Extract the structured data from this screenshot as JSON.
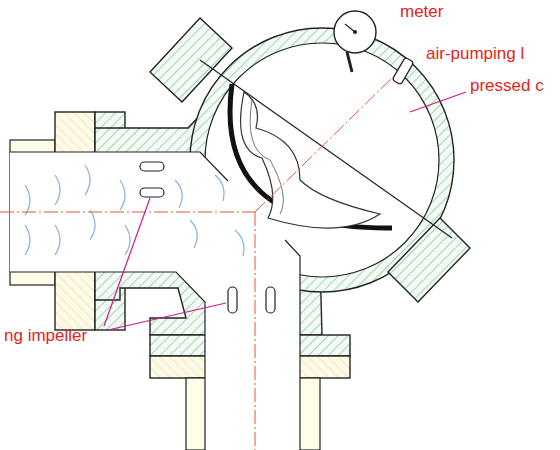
{
  "diagram": {
    "labels": [
      "meter",
      "air-pumping l",
      "pressed c",
      "ng impeller"
    ]
  }
}
